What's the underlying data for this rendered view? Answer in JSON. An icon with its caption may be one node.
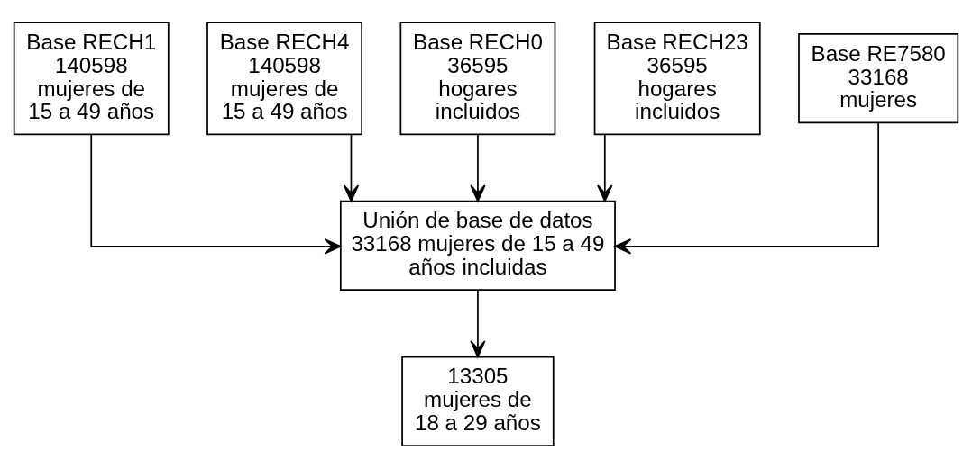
{
  "diagram": {
    "nodes": [
      {
        "text": [
          "Base RECH1 140598 mujeres de 15 a 49 años"
        ]
      },
      {
        "text": [
          "Base RECH4 140598 mujeres de 15 a 49 años"
        ]
      },
      {
        "text": [
          "Base RECH0 36595 hogares incluidos"
        ]
      },
      {
        "text": [
          "Base RECH23 36595 hogares incluidos"
        ]
      },
      {
        "text": [
          "Base RE7580 33168 mujeres"
        ]
      },
      {
        "text": [
          "Unión de base de datos 33168 mujeres de 15 a 49 años incluidas"
        ]
      },
      {
        "text": [
          "13305 mujeres de 18 a 29 años"
        ]
      }
    ],
    "edges": [
      {
        "from": 0,
        "to": 5,
        "arrow": "to"
      },
      {
        "from": 1,
        "to": 5,
        "arrow": "to"
      },
      {
        "from": 2,
        "to": 5,
        "arrow": "to"
      },
      {
        "from": 3,
        "to": 5,
        "arrow": "to"
      },
      {
        "from": 4,
        "to": 5,
        "arrow": "to"
      },
      {
        "from": 5,
        "to": 6,
        "arrow": "to"
      }
    ]
  }
}
